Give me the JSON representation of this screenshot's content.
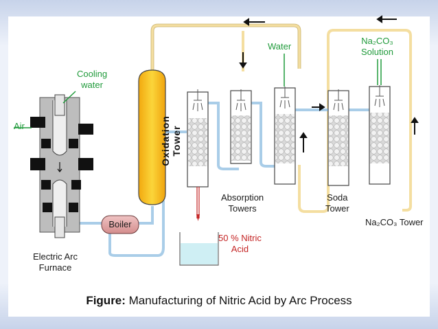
{
  "labels": {
    "cooling_water": "Cooling\nwater",
    "air": "Air",
    "furnace": "Electric Arc\nFurnace",
    "boiler": "Boiler",
    "oxidation_tower": "Oxidation\nTower",
    "nitric_acid": "50 % Nitric\nAcid",
    "absorption_towers": "Absorption\nTowers",
    "water": "Water",
    "soda_tower": "Soda\nTower",
    "na2co3_solution": "Na₂CO₃\nSolution",
    "na2co3_tower": "Na₂CO₃ Tower"
  },
  "caption": {
    "prefix": "Figure:",
    "text": " Manufacturing of Nitric Acid by Arc Process"
  },
  "colors": {
    "pipe_yellow": "#f4dea0",
    "pipe_blue": "#a9cde8",
    "oxidation_fill": "#f7c419",
    "boiler_fill": "#e7aeae",
    "water_label": "#1f9a3a",
    "acid_label": "#c42424",
    "acid_liquid": "#cfeff4"
  }
}
